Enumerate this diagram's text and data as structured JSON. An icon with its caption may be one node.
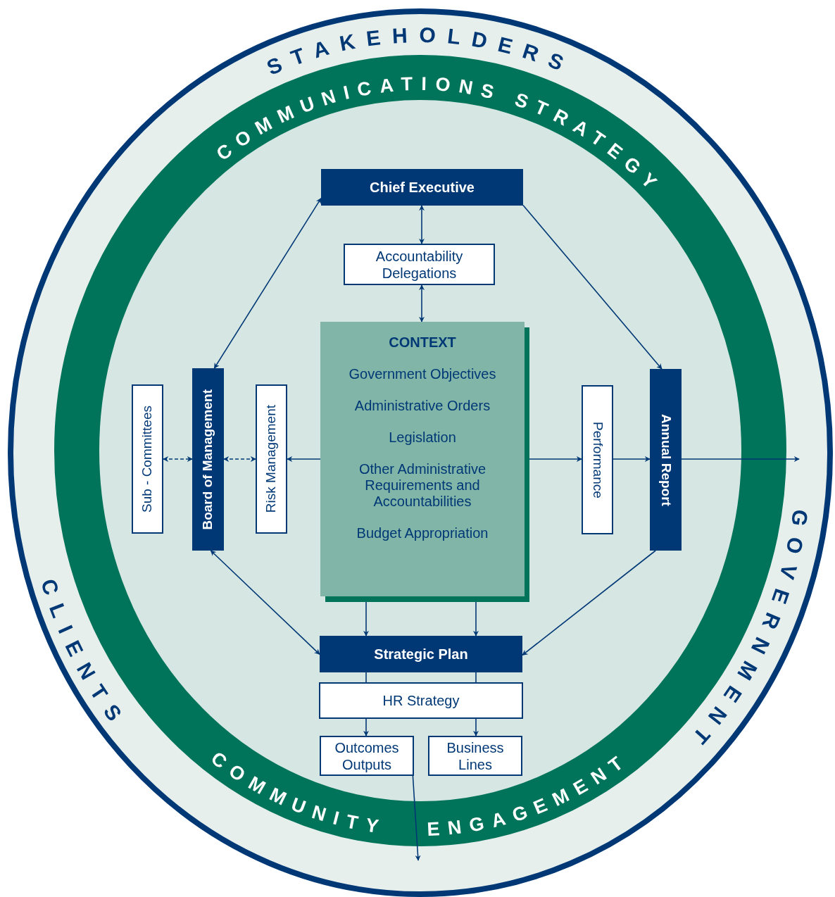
{
  "diagram": {
    "nodes": [
      {
        "text": [
          "STAKEHOLDERS",
          "CLIENTS",
          "GOVERNMENT"
        ]
      },
      {
        "text": [
          "COMMUNICATIONS STRATEGY",
          "COMMUNITY ENGAGEMENT"
        ],
        "in": 0
      },
      {
        "text": [
          "Chief Executive"
        ],
        "in": 1
      },
      {
        "text": [
          "Accountability Delegations"
        ],
        "in": 1
      },
      {
        "text": [
          "Sub - Committees"
        ],
        "in": 1
      },
      {
        "text": [
          "Board of Management"
        ],
        "in": 1
      },
      {
        "text": [
          "Risk Management"
        ],
        "in": 1
      },
      {
        "text": [
          "CONTEXT",
          "Government Objectives",
          "Administrative Orders",
          "Legislation",
          "Other Administrative Requirements and Accountabilities",
          "Budget Appropriation"
        ],
        "in": 1
      },
      {
        "text": [
          "Performance"
        ],
        "in": 1
      },
      {
        "text": [
          "Annual Report"
        ],
        "in": 1
      },
      {
        "text": [
          "Strategic Plan"
        ],
        "in": 1
      },
      {
        "text": [
          "HR Strategy"
        ],
        "in": 1
      },
      {
        "text": [
          "Outcomes Outputs"
        ],
        "in": 1
      },
      {
        "text": [
          "Business Lines"
        ],
        "in": 1
      }
    ],
    "edges": [
      {
        "from": 2,
        "to": 3,
        "arrow": "both"
      },
      {
        "from": 3,
        "to": 7,
        "arrow": "both"
      },
      {
        "from": 2,
        "to": 5,
        "arrow": "both"
      },
      {
        "from": 2,
        "to": 9,
        "arrow": "to"
      },
      {
        "from": 4,
        "to": 5,
        "arrow": "both",
        "style": "dashed"
      },
      {
        "from": 5,
        "to": 6,
        "arrow": "both",
        "style": "dashed"
      },
      {
        "from": 7,
        "to": 6,
        "arrow": "to"
      },
      {
        "from": 7,
        "to": 8,
        "arrow": "to"
      },
      {
        "from": 8,
        "to": 9,
        "arrow": "to"
      },
      {
        "from": 9,
        "to": 0,
        "arrow": "to"
      },
      {
        "from": 5,
        "to": 10,
        "arrow": "both"
      },
      {
        "from": 9,
        "to": 10,
        "arrow": "to"
      },
      {
        "from": 7,
        "to": 10,
        "arrow": "both"
      },
      {
        "from": 7,
        "to": 10,
        "arrow": "both"
      },
      {
        "from": 10,
        "to": 11,
        "arrow": "none"
      },
      {
        "from": 10,
        "to": 11,
        "arrow": "none"
      },
      {
        "from": 11,
        "to": 12,
        "arrow": "to"
      },
      {
        "from": 11,
        "to": 13,
        "arrow": "to"
      },
      {
        "from": 12,
        "to": 0,
        "arrow": "to"
      }
    ]
  }
}
